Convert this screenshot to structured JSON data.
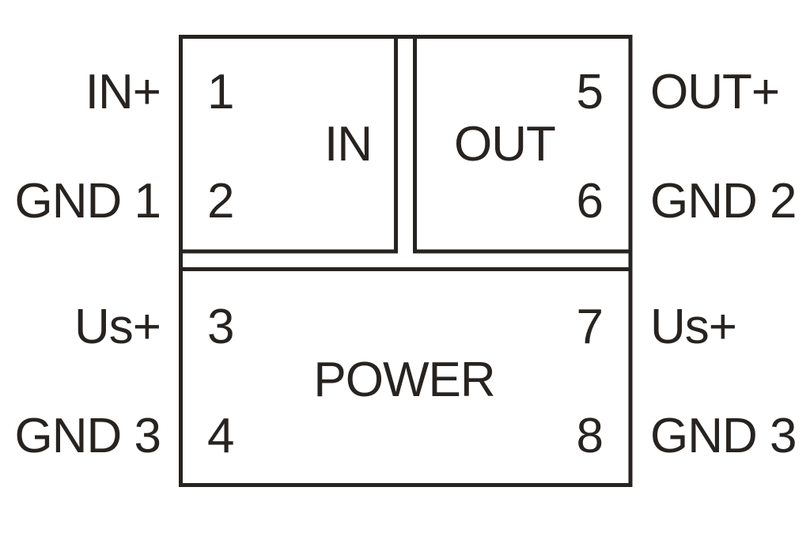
{
  "diagram": {
    "type": "terminal-pinout",
    "blocks": [
      {
        "label": "IN",
        "pins": [
          {
            "number": "1",
            "terminal": "IN+"
          },
          {
            "number": "2",
            "terminal": "GND 1"
          }
        ]
      },
      {
        "label": "OUT",
        "pins": [
          {
            "number": "5",
            "terminal": "OUT+"
          },
          {
            "number": "6",
            "terminal": "GND 2"
          }
        ]
      },
      {
        "label": "POWER",
        "pins": [
          {
            "number": "3",
            "terminal": "Us+"
          },
          {
            "number": "4",
            "terminal": "GND 3"
          },
          {
            "number": "7",
            "terminal": "Us+"
          },
          {
            "number": "8",
            "terminal": "GND 3"
          }
        ]
      }
    ],
    "colors": {
      "ink": "#272320",
      "background": "#ffffff"
    }
  }
}
